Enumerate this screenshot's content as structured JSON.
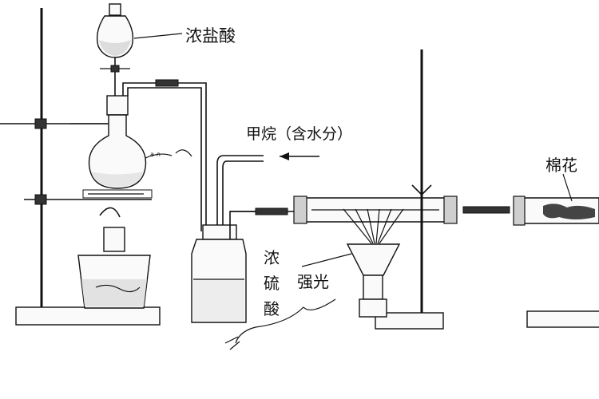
{
  "labels": {
    "hcl": "浓盐酸",
    "methane": "甲烷（含水分）",
    "h2so4_1": "浓",
    "h2so4_2": "硫",
    "h2so4_3": "酸",
    "light": "强光",
    "cotton": "棉花"
  }
}
